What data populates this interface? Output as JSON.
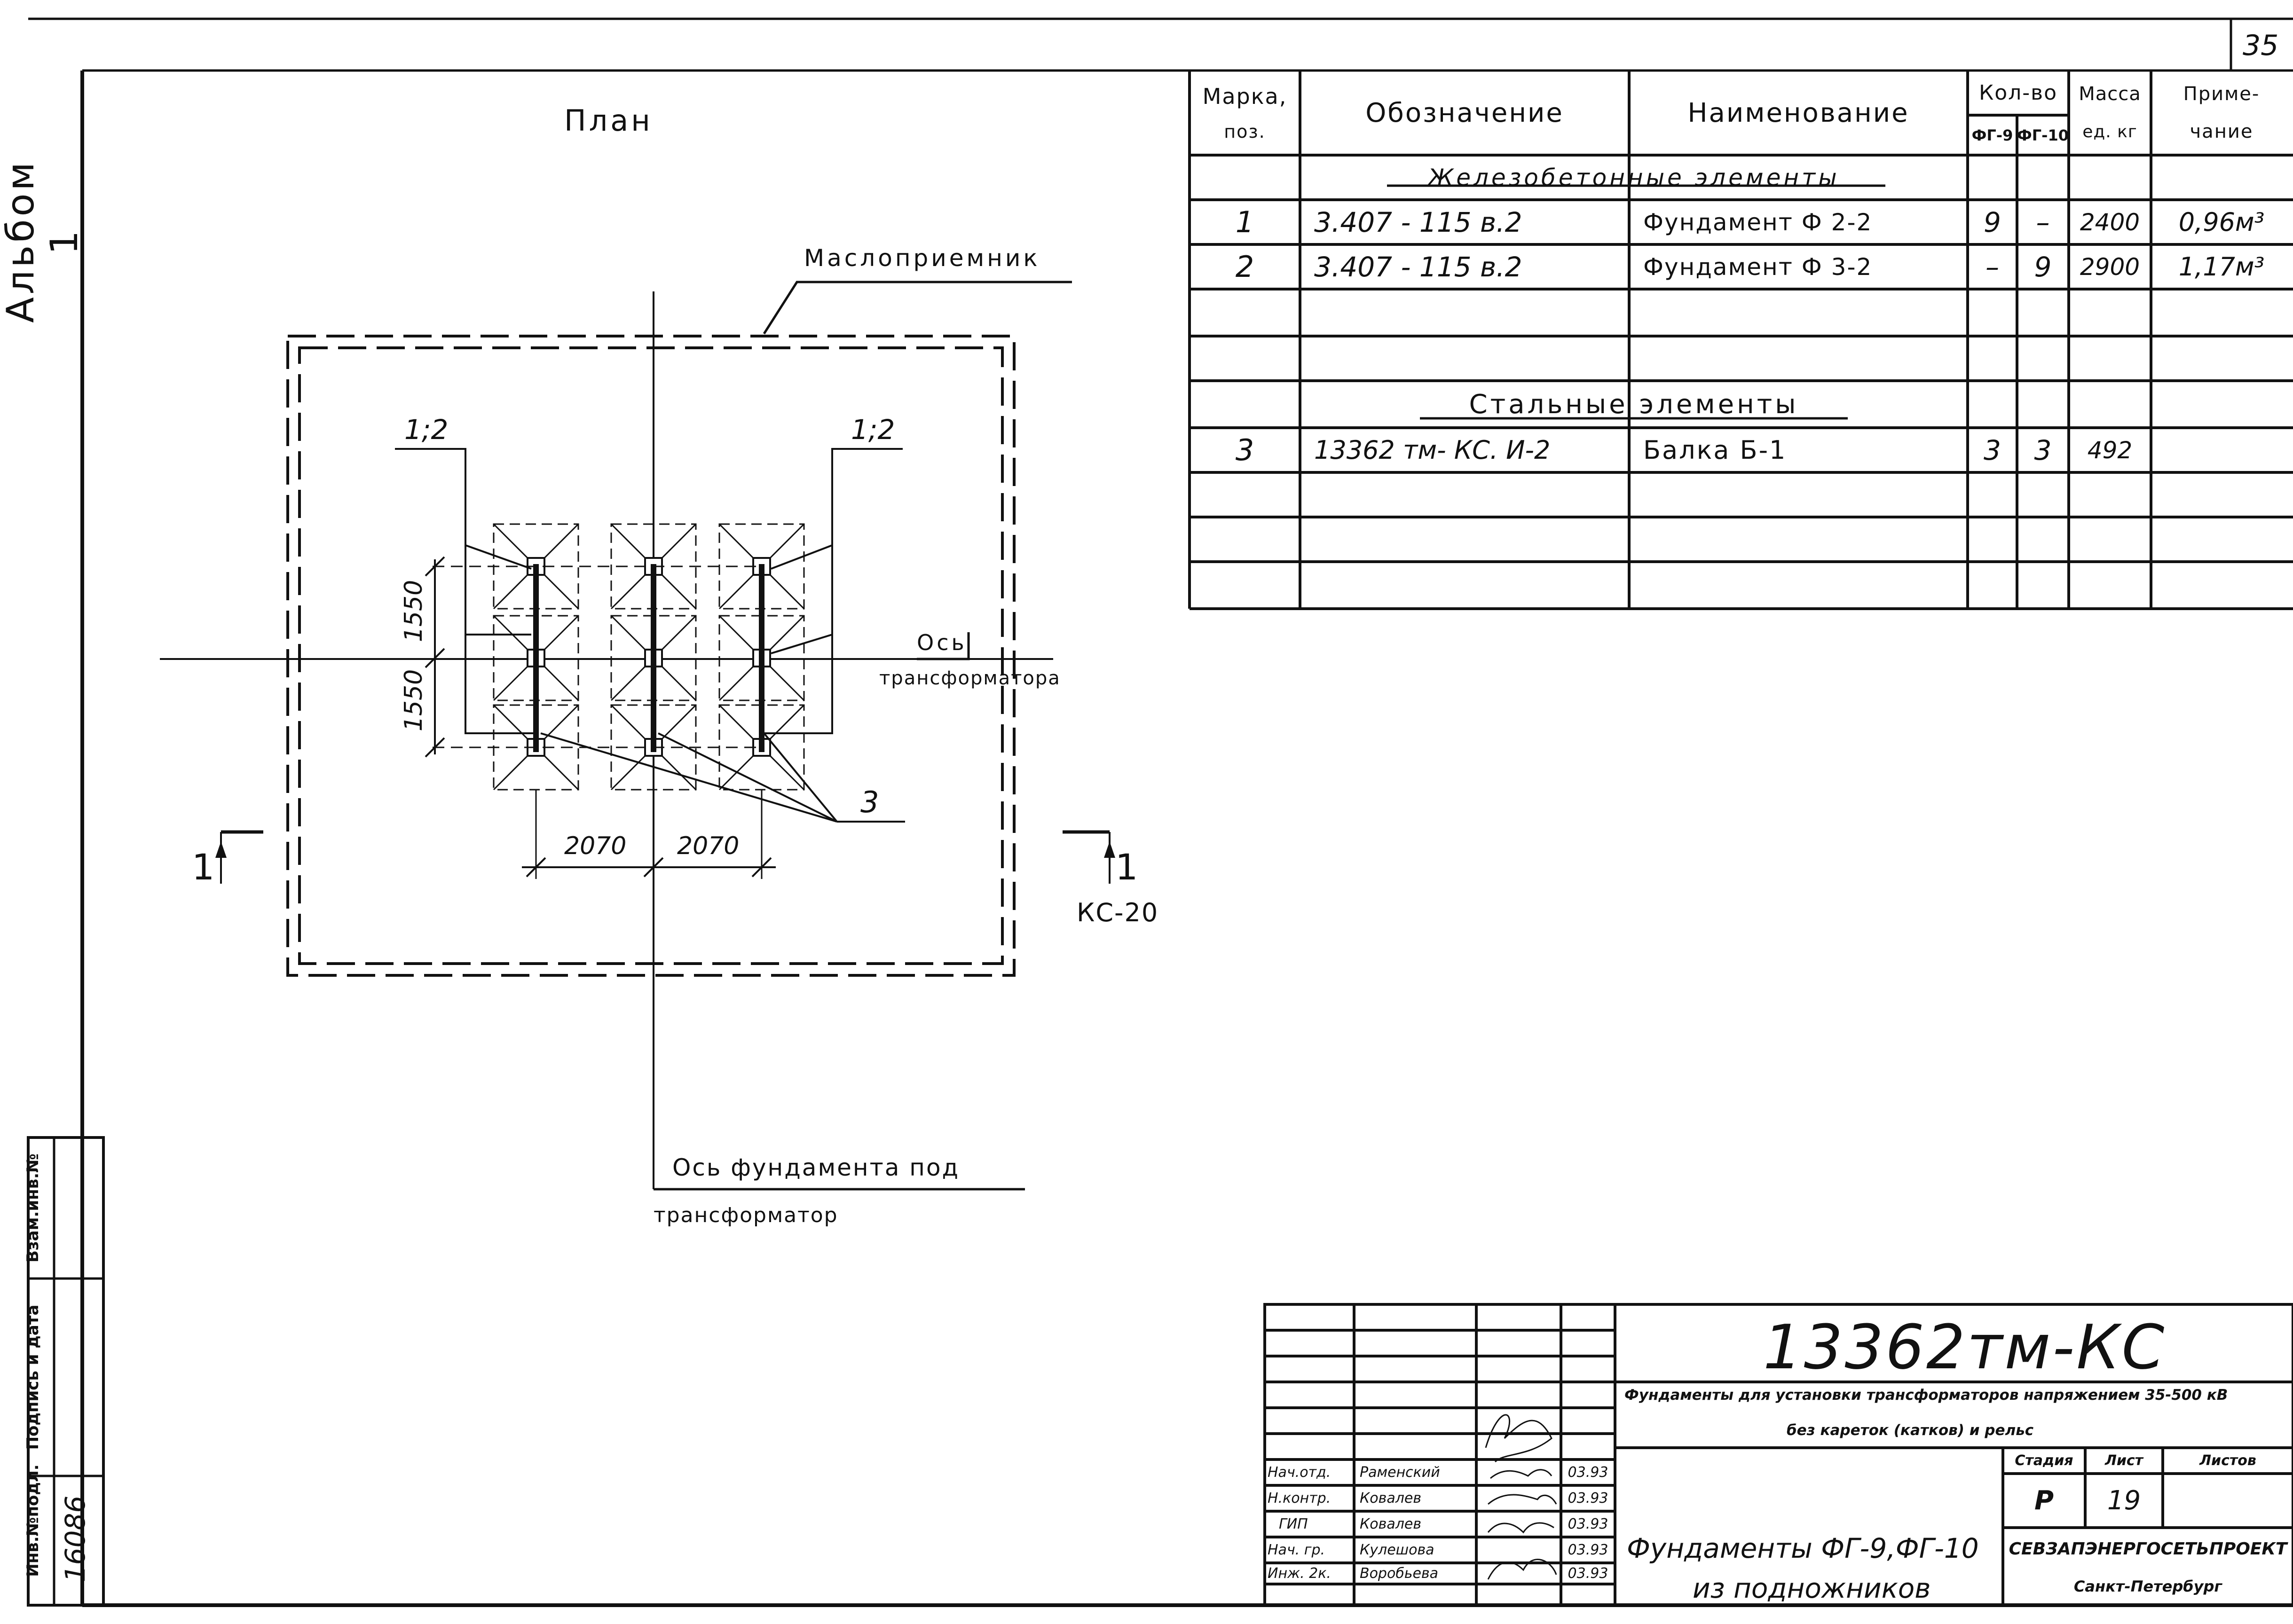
{
  "sheet_corner": "35",
  "album_label": "Альбом 1",
  "plan": {
    "title": "План",
    "oil_receiver_label": "Маслоприемник",
    "callout_left": "1;2",
    "callout_right": "1;2",
    "dim_vertical_upper": "1550",
    "dim_vertical_lower": "1550",
    "dim_horizontal_left": "2070",
    "dim_horizontal_right": "2070",
    "transformer_axis_line1": "Ось",
    "transformer_axis_line2": "трансформатора",
    "beam_callout": "3",
    "section_left": "1",
    "section_right": "1",
    "section_ref": "КС-20",
    "foundation_axis_line1": "Ось фундамента под",
    "foundation_axis_line2": "трансформатор"
  },
  "spec_table": {
    "headers": {
      "mark": "Марка, поз.",
      "mark_line1": "Марка,",
      "mark_line2": "поз.",
      "designation": "Обозначение",
      "name": "Наименование",
      "qty": "Кол-во",
      "qty_fg9": "ФГ-9",
      "qty_fg10": "ФГ-10",
      "mass_line1": "Масса",
      "mass_line2": "ед. кг",
      "note_line1": "Приме-",
      "note_line2": "чание"
    },
    "section_concrete": "Железобетонные элементы",
    "section_steel": "Стальные элементы",
    "rows": [
      {
        "mark": "1",
        "designation": "3.407 - 115 в.2",
        "name": "Фундамент Ф 2-2",
        "fg9": "9",
        "fg10": "–",
        "mass": "2400",
        "note": "0,96м³"
      },
      {
        "mark": "2",
        "designation": "3.407 - 115 в.2",
        "name": "Фундамент Ф 3-2",
        "fg9": "–",
        "fg10": "9",
        "mass": "2900",
        "note": "1,17м³"
      },
      {
        "mark": "3",
        "designation": "13362 тм- КС. И-2",
        "name": "Балка Б-1",
        "fg9": "3",
        "fg10": "3",
        "mass": "492",
        "note": ""
      }
    ]
  },
  "left_stamp": {
    "inv_no_label": "Инв.№подл.",
    "signature_date_label": "Подпись и дата",
    "replace_inv_label": "Взам.инв.№",
    "inv_no_value": "16086"
  },
  "title_block": {
    "doc_code": "13362тм-КС",
    "project_title": "Фундаменты для установки трансформаторов напряжением 35-500 кВ",
    "project_title_line2": "без кареток (катков) и рельс",
    "sheet_title_line1": "Фундаменты ФГ-9,ФГ-10",
    "sheet_title_line2": "из подножников",
    "stage_label": "Стадия",
    "sheet_label": "Лист",
    "sheets_label": "Листов",
    "stage": "Р",
    "sheet": "19",
    "sheets": "",
    "org_name": "СЕВЗАПЭНЕРГОСЕТЬПРОЕКТ",
    "org_city": "Санкт-Петербург",
    "signers": [
      {
        "role": "Нач.отд.",
        "name": "Раменский",
        "date": "03.93"
      },
      {
        "role": "Н.контр.",
        "name": "Ковалев",
        "date": "03.93"
      },
      {
        "role": "ГИП",
        "name": "Ковалев",
        "date": "03.93"
      },
      {
        "role": "Нач. гр.",
        "name": "Кулешова",
        "date": "03.93"
      },
      {
        "role": "Инж. 2к.",
        "name": "Воробьева",
        "date": "03.93"
      }
    ]
  }
}
